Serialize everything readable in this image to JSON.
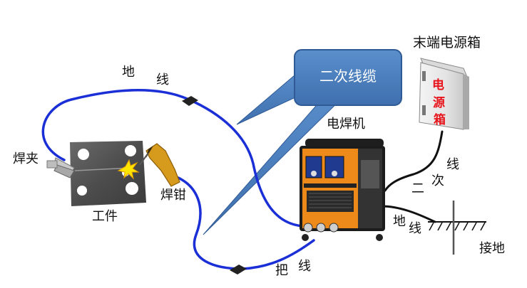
{
  "labels": {
    "ground_wire_char1": "地",
    "ground_wire_char2": "线",
    "secondary_cable": "二次线缆",
    "terminal_box": "末端电源箱",
    "welding_machine": "电焊机",
    "ground_clamp": "焊夹",
    "workpiece": "工件",
    "electrode_holder": "焊钳",
    "handle_wire_char1": "把",
    "handle_wire_char2": "线",
    "machine_ground_char1": "地",
    "machine_ground_char2": "线",
    "earthing": "接地",
    "primary_char1": "二",
    "primary_char2": "次",
    "primary_char3": "线"
  },
  "power_box_text": [
    "电",
    "源",
    "箱"
  ],
  "colors": {
    "cable": "#1b2fd6",
    "callout": "#4a7fbf",
    "machine_orange": "#ee8a1a",
    "box_text": "#e8141c"
  }
}
